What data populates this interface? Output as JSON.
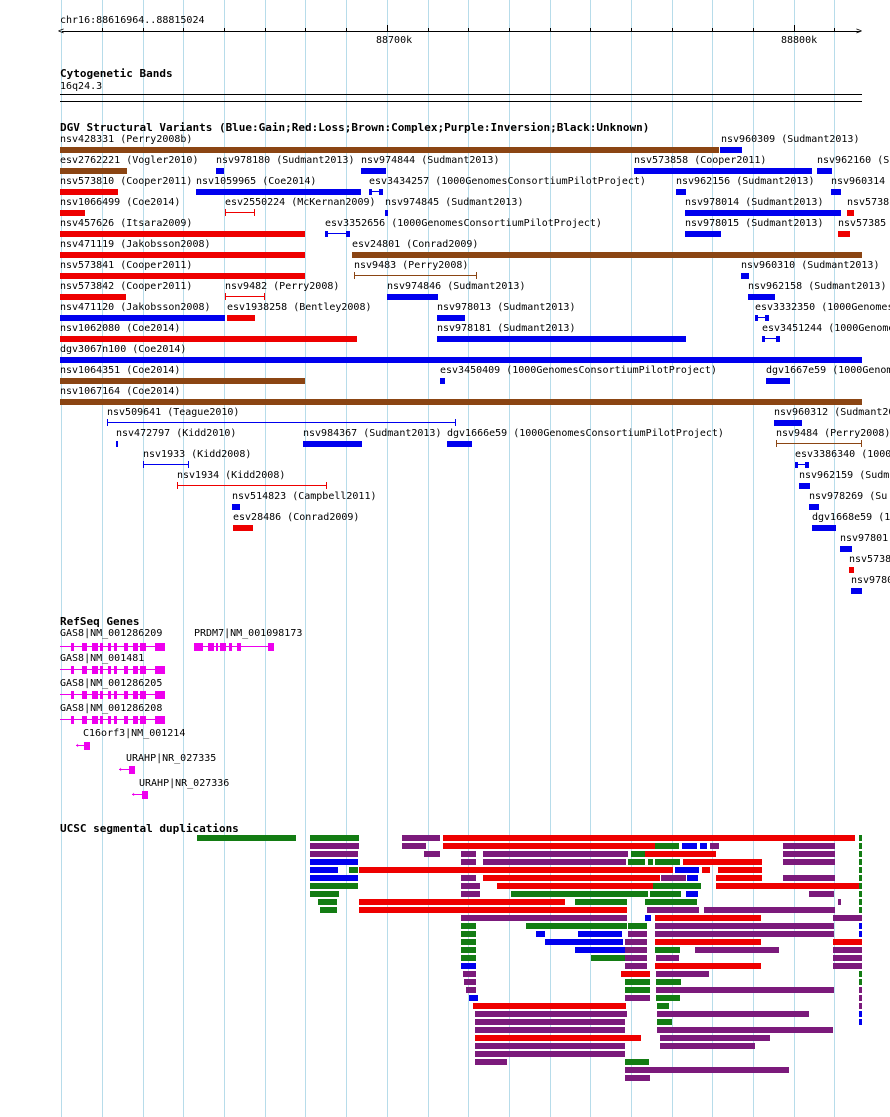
{
  "header": {
    "coords": "chr16:88616964..88815024",
    "tick_labels": [
      "88700k",
      "88800k"
    ]
  },
  "cytobands": {
    "title": "Cytogenetic Bands",
    "band": "16q24.3"
  },
  "dgv": {
    "title": "DGV Structural Variants (Blue:Gain;Red:Loss;Brown:Complex;Purple:Inversion;Black:Unknown)",
    "colors": {
      "gain": "#0000ee",
      "loss": "#ee0000",
      "complex": "#8b4513"
    },
    "labels": [
      "nsv428331 (Perry2008b)",
      "nsv960309 (Sudmant2013)",
      "esv2762221 (Vogler2010)",
      "nsv978180 (Sudmant2013)",
      "nsv974844 (Sudmant2013)",
      "nsv573858 (Cooper2011)",
      "nsv962160 (S",
      "nsv573810 (Cooper2011)",
      "nsv1059965 (Coe2014)",
      "esv3434257 (1000GenomesConsortiumPilotProject)",
      "nsv962156 (Sudmant2013)",
      "nsv960314",
      "nsv1066499 (Coe2014)",
      "esv2550224 (McKernan2009)",
      "nsv974845 (Sudmant2013)",
      "nsv978014 (Sudmant2013)",
      "nsv5738",
      "nsv457626 (Itsara2009)",
      "esv3352656 (1000GenomesConsortiumPilotProject)",
      "nsv978015 (Sudmant2013)",
      "nsv57385",
      "nsv471119 (Jakobsson2008)",
      "esv24801 (Conrad2009)",
      "nsv573841 (Cooper2011)",
      "nsv9483 (Perry2008)",
      "nsv960310 (Sudmant2013)",
      "nsv573842 (Cooper2011)",
      "nsv9482 (Perry2008)",
      "nsv974846 (Sudmant2013)",
      "nsv962158 (Sudmant2013)",
      "nsv471120 (Jakobsson2008)",
      "esv1938258 (Bentley2008)",
      "nsv978013 (Sudmant2013)",
      "esv3332350 (1000Genomes",
      "nsv1062080 (Coe2014)",
      "nsv978181 (Sudmant2013)",
      "esv3451244 (1000Genome",
      "dgv3067n100 (Coe2014)",
      "nsv1064351 (Coe2014)",
      "esv3450409 (1000GenomesConsortiumPilotProject)",
      "dgv1667e59 (1000Genom",
      "nsv1067164 (Coe2014)",
      "nsv509641 (Teague2010)",
      "nsv960312 (Sudmant201",
      "nsv472797 (Kidd2010)",
      "nsv984367 (Sudmant2013)",
      "dgv1666e59 (1000GenomesConsortiumPilotProject)",
      "nsv9484 (Perry2008)",
      "nsv1933 (Kidd2008)",
      "esv3386340 (1000",
      "nsv1934 (Kidd2008)",
      "nsv962159 (Sudm",
      "nsv514823 (Campbell2011)",
      "nsv978269 (Su",
      "esv28486 (Conrad2009)",
      "dgv1668e59 (1",
      "nsv97801",
      "nsv5738",
      "nsv9780"
    ]
  },
  "refseq": {
    "title": "RefSeq Genes",
    "color": "#ee00ee",
    "genes": [
      "GAS8|NM_001286209",
      "PRDM7|NM_001098173",
      "GAS8|NM_001481",
      "GAS8|NM_001286205",
      "GAS8|NM_001286208",
      "C16orf3|NM_001214",
      "URAHP|NR_027335",
      "URAHP|NR_027336"
    ]
  },
  "segdups": {
    "title": "UCSC segmental duplications",
    "colors": {
      "red": "#ee0000",
      "green": "#137c13",
      "blue": "#0000ee",
      "purple": "#7b1a7b"
    }
  }
}
